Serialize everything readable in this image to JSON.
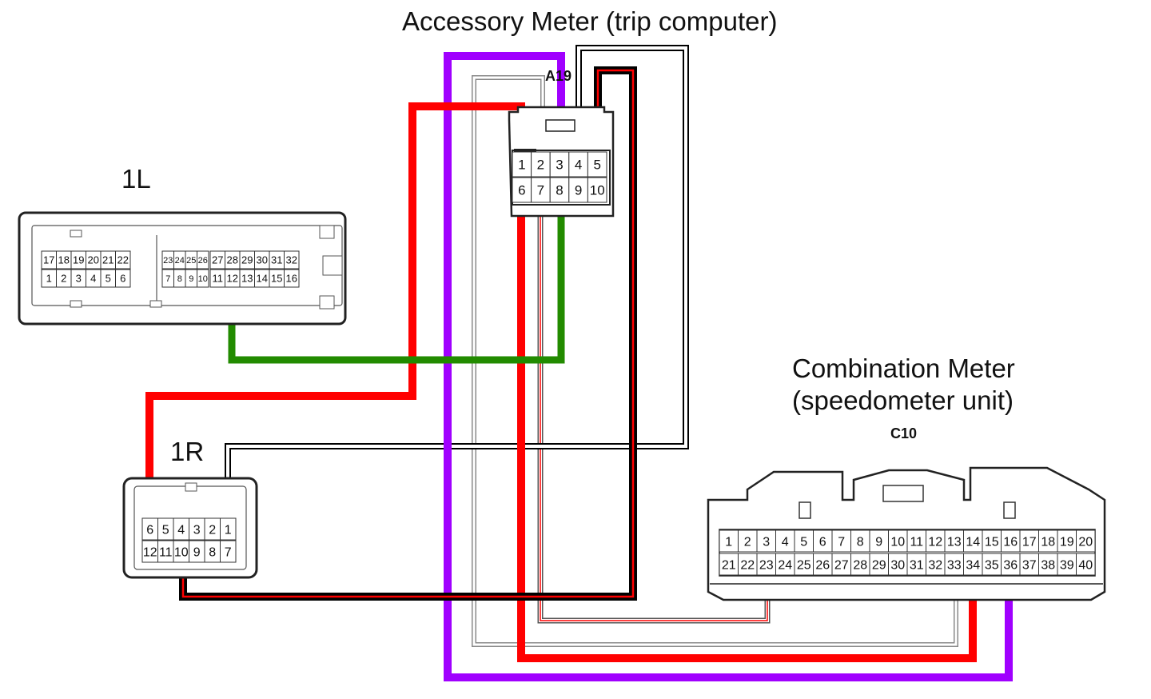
{
  "titles": {
    "accessory_meter": "Accessory Meter (trip computer)",
    "accessory_code": "A19",
    "combination_line1": "Combination Meter",
    "combination_line2": "(speedometer unit)",
    "combination_code": "C10",
    "connector_1l": "1L",
    "connector_1r": "1R"
  },
  "connectors": {
    "a19": {
      "top": [
        "1",
        "2",
        "3",
        "4",
        "5"
      ],
      "bottom": [
        "6",
        "7",
        "8",
        "9",
        "10"
      ]
    },
    "c10": {
      "top": [
        "1",
        "2",
        "3",
        "4",
        "5",
        "6",
        "7",
        "8",
        "9",
        "10",
        "11",
        "12",
        "13",
        "14",
        "15",
        "16",
        "17",
        "18",
        "19",
        "20"
      ],
      "bottom": [
        "21",
        "22",
        "23",
        "24",
        "25",
        "26",
        "27",
        "28",
        "29",
        "30",
        "31",
        "32",
        "33",
        "34",
        "35",
        "36",
        "37",
        "38",
        "39",
        "40"
      ]
    },
    "l1_left": {
      "top": [
        "17",
        "18",
        "19",
        "20",
        "21",
        "22"
      ],
      "bottom": [
        "1",
        "2",
        "3",
        "4",
        "5",
        "6"
      ]
    },
    "l1_mid": {
      "top": [
        "23",
        "24",
        "25",
        "26"
      ],
      "bottom": [
        "7",
        "8",
        "9",
        "10"
      ]
    },
    "l1_right": {
      "top": [
        "27",
        "28",
        "29",
        "30",
        "31",
        "32"
      ],
      "bottom": [
        "11",
        "12",
        "13",
        "14",
        "15",
        "16"
      ]
    },
    "r1": {
      "top": [
        "6",
        "5",
        "4",
        "3",
        "2",
        "1"
      ],
      "bottom": [
        "12",
        "11",
        "10",
        "9",
        "8",
        "7"
      ]
    }
  },
  "wire_colors": {
    "red": "#ff0000",
    "purple": "#a000ff",
    "green": "#228b00",
    "black": "#000000",
    "white": "#ffffff"
  }
}
